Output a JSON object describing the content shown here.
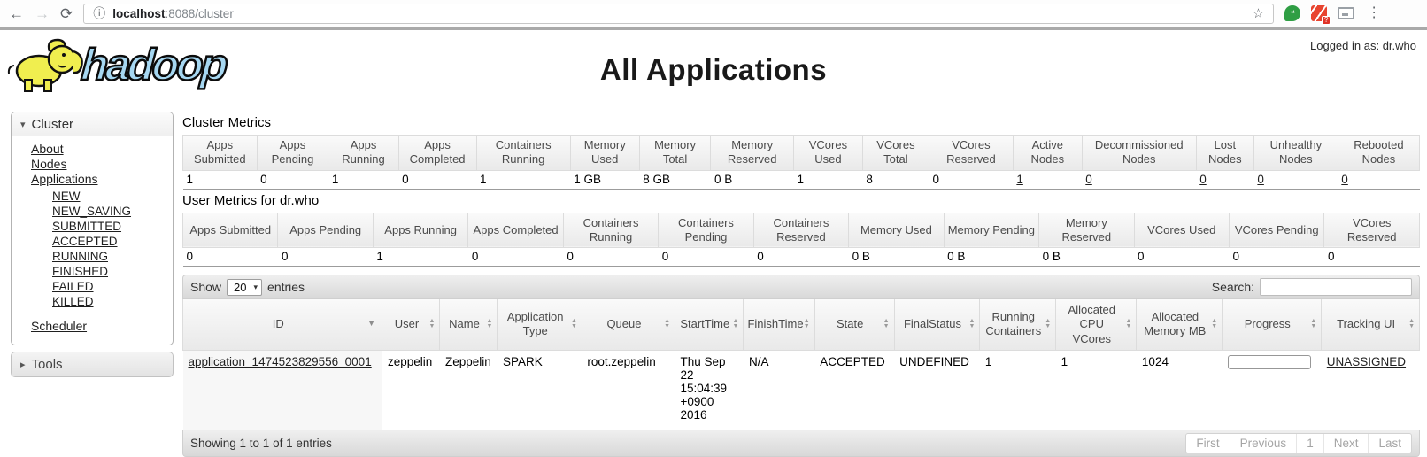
{
  "colors": {
    "logo_blue": "#a6d7f1",
    "elephant_yellow": "#f0ee4f",
    "link": "#1f1f1f",
    "header_grey": "#e9e9e9"
  },
  "icons": {
    "dropdown": "▾",
    "sort_desc": "▼",
    "sort_asc": "▲",
    "expanded": "▾",
    "collapsed": "▸",
    "quote": "❝",
    "question": "?"
  },
  "browser": {
    "url_host": "localhost",
    "url_rest": ":8088/cluster",
    "icons": {
      "back": "←",
      "forward": "→",
      "reload": "⟳",
      "info": "ⓘ",
      "star": "☆",
      "menu": "⋮"
    }
  },
  "header": {
    "logo_text": "hadoop",
    "title": "All Applications",
    "logged_in_label": "Logged in as: dr.who"
  },
  "sidebar": {
    "cluster_label": "Cluster",
    "main_links": [
      "About",
      "Nodes",
      "Applications"
    ],
    "state_links": [
      "NEW",
      "NEW_SAVING",
      "SUBMITTED",
      "ACCEPTED",
      "RUNNING",
      "FINISHED",
      "FAILED",
      "KILLED"
    ],
    "scheduler_label": "Scheduler",
    "tools_label": "Tools"
  },
  "cluster_metrics": {
    "title": "Cluster Metrics",
    "columns": [
      "Apps Submitted",
      "Apps Pending",
      "Apps Running",
      "Apps Completed",
      "Containers Running",
      "Memory Used",
      "Memory Total",
      "Memory Reserved",
      "VCores Used",
      "VCores Total",
      "VCores Reserved",
      "Active Nodes",
      "Decommissioned Nodes",
      "Lost Nodes",
      "Unhealthy Nodes",
      "Rebooted Nodes"
    ],
    "values": [
      "1",
      "0",
      "1",
      "0",
      "1",
      "1 GB",
      "8 GB",
      "0 B",
      "1",
      "8",
      "0",
      "1",
      "0",
      "0",
      "0",
      "0"
    ],
    "link_value_indices": [
      11,
      12,
      13,
      14,
      15
    ]
  },
  "user_metrics": {
    "title": "User Metrics for dr.who",
    "columns": [
      "Apps Submitted",
      "Apps Pending",
      "Apps Running",
      "Apps Completed",
      "Containers Running",
      "Containers Pending",
      "Containers Reserved",
      "Memory Used",
      "Memory Pending",
      "Memory Reserved",
      "VCores Used",
      "VCores Pending",
      "VCores Reserved"
    ],
    "values": [
      "0",
      "0",
      "1",
      "0",
      "0",
      "0",
      "0",
      "0 B",
      "0 B",
      "0 B",
      "0",
      "0",
      "0"
    ],
    "link_value_indices": []
  },
  "apps_table": {
    "show_label": "Show",
    "page_size": "20",
    "entries_label": "entries",
    "search_label": "Search:",
    "search_value": "",
    "columns": [
      "ID",
      "User",
      "Name",
      "Application Type",
      "Queue",
      "StartTime",
      "FinishTime",
      "State",
      "FinalStatus",
      "Running Containers",
      "Allocated CPU VCores",
      "Allocated Memory MB",
      "Progress",
      "Tracking UI"
    ],
    "sorted_column_index": 0,
    "row": {
      "cells": [
        "application_1474523829556_0001",
        "zeppelin",
        "Zeppelin",
        "SPARK",
        "root.zeppelin",
        "Thu Sep 22 15:04:39 +0900 2016",
        "N/A",
        "ACCEPTED",
        "UNDEFINED",
        "1",
        "1",
        "1024",
        "",
        "UNASSIGNED"
      ],
      "link_cell_indices": [
        0,
        13
      ],
      "progress_cell_index": 12,
      "progress_percent": 0
    },
    "footer_text": "Showing 1 to 1 of 1 entries",
    "pagination": [
      "First",
      "Previous",
      "1",
      "Next",
      "Last"
    ]
  }
}
